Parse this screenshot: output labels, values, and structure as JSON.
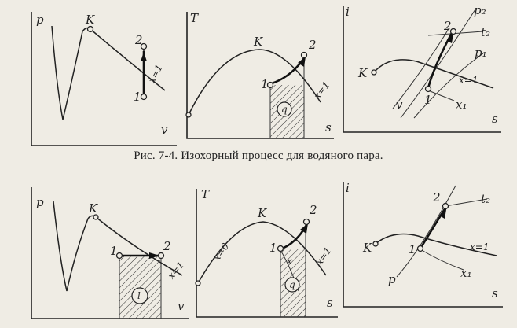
{
  "caption": "Рис. 7-4. Изохорный процесс для водяного пара.",
  "labels": {
    "p": "p",
    "v": "v",
    "T": "T",
    "s": "s",
    "i": "i",
    "K": "K",
    "one": "1",
    "two": "2",
    "x1": "x=1",
    "x0": "x=0",
    "x_sub1": "x₁",
    "x_letter": "x",
    "q": "q",
    "l": "l",
    "p1": "p₁",
    "p2": "p₂",
    "t2": "t₂",
    "v_iso": "v",
    "p_iso": "p"
  }
}
